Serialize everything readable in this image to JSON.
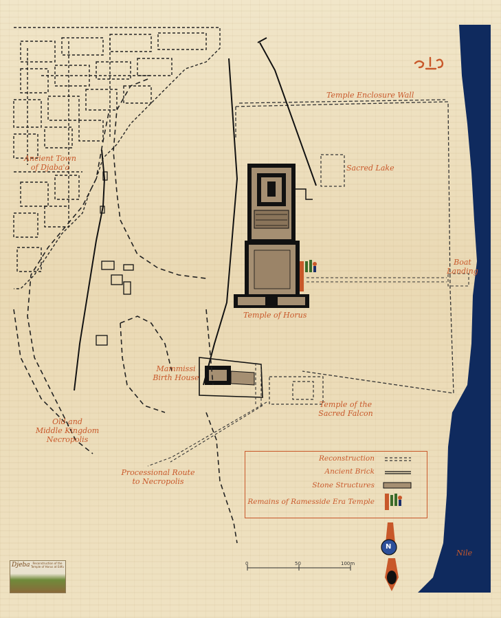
{
  "labels": {
    "enclosure_wall": "Temple Enclosure Wall",
    "sacred_lake": "Sacred Lake",
    "ancient_town_line1": "Ancient Town",
    "ancient_town_line2": "of Djaba'a",
    "boat_line1": "Boat",
    "boat_line2": "Landing",
    "temple_horus": "Temple of Horus",
    "mammissi_line1": "Mammissi",
    "mammissi_line2": "Birth House",
    "falcon_line1": "Temple of the",
    "falcon_line2": "Sacred Falcon",
    "necropolis_line1": "Old and",
    "necropolis_line2": "Middle Kingdom",
    "necropolis_line3": "Necropolis",
    "procession_line1": "Processional Route",
    "procession_line2": "to Necropolis",
    "nile": "Nile"
  },
  "legend": {
    "reconstruction": "Reconstruction",
    "ancient_brick": "Ancient Brick",
    "stone_structures": "Stone Structures",
    "ramesside": "Remains of Ramesside Era Temple"
  },
  "scale": {
    "tick0": "0",
    "tick1": "50",
    "tick2": "100m"
  },
  "compass": {
    "letter": "N"
  },
  "thumbnail": {
    "title": "Djeba",
    "subtitle": "Reconstruction of the Temple of Horus at Edfu"
  },
  "colors": {
    "accent": "#c8582a",
    "river": "#0f2a5e",
    "stone": "#a58f72",
    "ink": "#111111"
  },
  "icons": [
    "hieroglyph-cartouche-icon",
    "compass-rose-icon",
    "ramesside-glyph-icon"
  ]
}
